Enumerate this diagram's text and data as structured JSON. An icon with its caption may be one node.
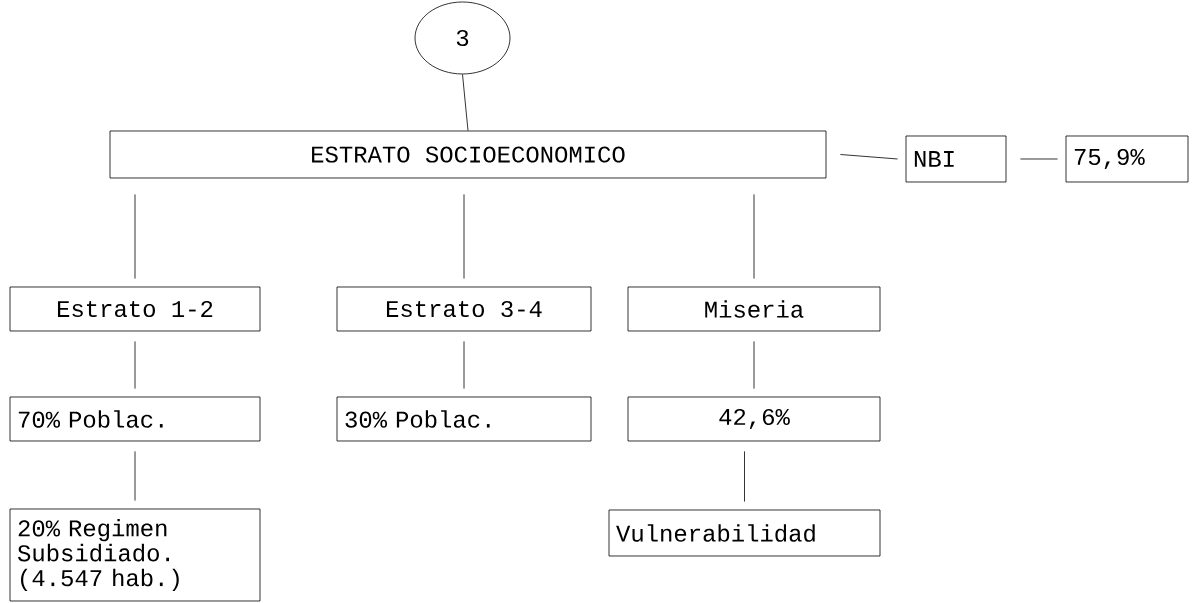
{
  "diagram": {
    "nodes": [
      {
        "text": [],
        "shape": "circle"
      },
      {
        "text": [
          "ESTRATO SOCIOECONOMICO"
        ]
      },
      {
        "text": [
          "NBI"
        ]
      },
      {
        "text": [
          "75,9%"
        ]
      },
      {
        "text": [
          "Estrato 1-2"
        ]
      },
      {
        "text": [
          "Estrato 3-4"
        ]
      },
      {
        "text": [
          "Miseria"
        ]
      },
      {
        "text": [
          "70% Poblac."
        ]
      },
      {
        "text": [
          "30% Poblac."
        ]
      },
      {
        "text": [
          "42,6%"
        ]
      },
      {
        "text": [
          "20% Regimen Subsidiado. (4.547 hab.)"
        ]
      },
      {
        "text": [
          "Vulnerabilidad"
        ]
      }
    ],
    "edges": [
      {
        "from": 0,
        "to": 1,
        "arrow": "none"
      },
      {
        "from": 1,
        "to": 2,
        "arrow": "none"
      },
      {
        "from": 2,
        "to": 3,
        "arrow": "none"
      },
      {
        "from": 1,
        "to": 4,
        "arrow": "none"
      },
      {
        "from": 1,
        "to": 5,
        "arrow": "none"
      },
      {
        "from": 1,
        "to": 6,
        "arrow": "none"
      },
      {
        "from": 4,
        "to": 7,
        "arrow": "none"
      },
      {
        "from": 5,
        "to": 8,
        "arrow": "none"
      },
      {
        "from": 6,
        "to": 9,
        "arrow": "none"
      },
      {
        "from": 7,
        "to": 10,
        "arrow": "none"
      },
      {
        "from": 9,
        "to": 11,
        "arrow": "none"
      }
    ],
    "labels": [
      "3"
    ]
  }
}
